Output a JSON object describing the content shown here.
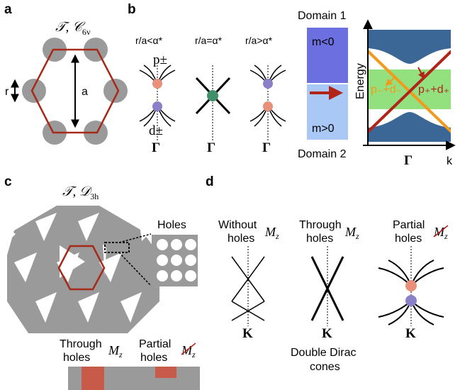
{
  "panel_labels": {
    "a": "a",
    "b": "b",
    "c": "c",
    "d": "d"
  },
  "panel_a": {
    "symmetry": "𝒯, 𝒞",
    "symmetry_sub": "6v",
    "r_label": "r",
    "a_label": "a"
  },
  "panel_b": {
    "headers": [
      "r/a<α*",
      "r/a=α*",
      "r/a>α*"
    ],
    "p_label": "p±",
    "d_label": "d±",
    "gamma": "Γ",
    "domain1": "Domain 1",
    "domain2": "Domain 2",
    "m_top": "m<0",
    "m_bottom": "m>0",
    "energy": "Energy",
    "k": "k",
    "gamma_axis": "Γ",
    "mode_left": "p₋+d₋",
    "mode_right": "p₊+d₊"
  },
  "panel_c": {
    "symmetry": "𝒯, 𝒟",
    "symmetry_sub": "3h",
    "holes": "Holes",
    "through1": "Through",
    "through2": "holes",
    "partial1": "Partial",
    "partial2": "holes",
    "mz": "M",
    "mz_sub": "z"
  },
  "panel_d": {
    "col1_a": "Without",
    "col1_b": "holes",
    "col2_a": "Through",
    "col2_b": "holes",
    "col3_a": "Partial",
    "col3_b": "holes",
    "mz": "M",
    "mz_sub": "z",
    "k_point": "K",
    "caption1": "Double Dirac",
    "caption2": "cones"
  },
  "colors": {
    "hex_red": "#a52a1a",
    "gray": "#9a9a9a",
    "p_orbital": "#e8907a",
    "d_orbital": "#8a80c8",
    "degenerate": "#3f8f6a",
    "domain1": "#6b6fe0",
    "domain2": "#a9c8f5",
    "band_blue": "#3a6796",
    "band_green": "#93e07e",
    "orange": "#f29a1e",
    "dark_red": "#b0241a"
  }
}
